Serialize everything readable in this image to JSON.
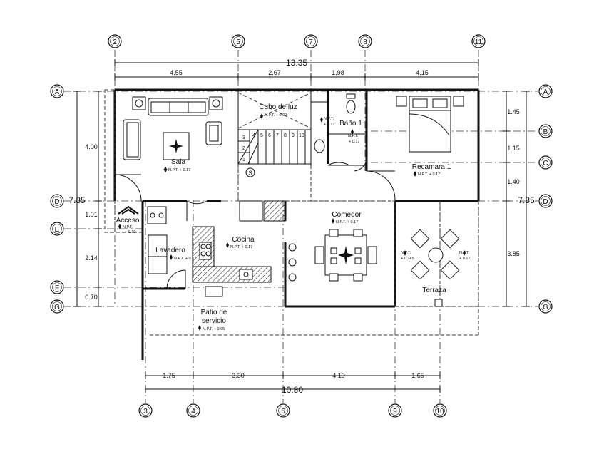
{
  "axes_top": [
    "2",
    "5",
    "7",
    "8",
    "11"
  ],
  "axes_bottom": [
    "3",
    "4",
    "6",
    "9",
    "10"
  ],
  "axes_left": [
    "A",
    "D",
    "E",
    "F",
    "G"
  ],
  "axes_right": [
    "A",
    "B",
    "C",
    "D",
    "G"
  ],
  "dims_top": {
    "total": "13.35",
    "segments": [
      "4.55",
      "2.67",
      "1.98",
      "4.15"
    ]
  },
  "dims_bottom": {
    "total": "10.80",
    "segments": [
      "1.75",
      "3.30",
      "4.10",
      "1.65"
    ]
  },
  "dims_left": {
    "total": "7.85",
    "segments": [
      "4.00",
      "1.01",
      "2.14",
      "0.70"
    ]
  },
  "dims_right": {
    "total": "7.85",
    "segments": [
      "1.45",
      "1.15",
      "1.40",
      "3.85"
    ]
  },
  "rooms": {
    "sala": {
      "name": "Sala",
      "npt": "N.P.T. + 0.17"
    },
    "cubo": {
      "name": "Cubo de luz",
      "npt": "N.P.T. + 0.00"
    },
    "bano": {
      "name": "Baño 1",
      "npt1": "N.P.T.",
      "npt2": "+ 0.17"
    },
    "recamara": {
      "name": "Recamara 1",
      "npt": "N.P.T. + 0.17"
    },
    "acceso": {
      "name": "Acceso",
      "npt1": "N.P.T.",
      "npt2": "+ 0.10"
    },
    "comedor": {
      "name": "Comedor",
      "npt": "N.P.T. + 0.17"
    },
    "cocina": {
      "name": "Cocina",
      "npt": "N.P.T. + 0.17"
    },
    "lavadero": {
      "name": "Lavadero",
      "npt": "N.P.T. + 0.17"
    },
    "terraza": {
      "name": "Terraza",
      "npt_a1": "N.P.T.",
      "npt_a2": "+ 0.145",
      "npt_b1": "N.P.T.",
      "npt_b2": "+ 0.12"
    },
    "patio": {
      "name1": "Patio de",
      "name2": "servicio",
      "npt": "N.P.T. + 0.05"
    },
    "bano_small": {
      "npt1": "N.P.T.",
      "npt2": "+ 0.12"
    }
  },
  "stair_steps": [
    "1",
    "2",
    "3",
    "4",
    "5",
    "6",
    "7",
    "8",
    "9",
    "10"
  ],
  "stair_label": "S"
}
